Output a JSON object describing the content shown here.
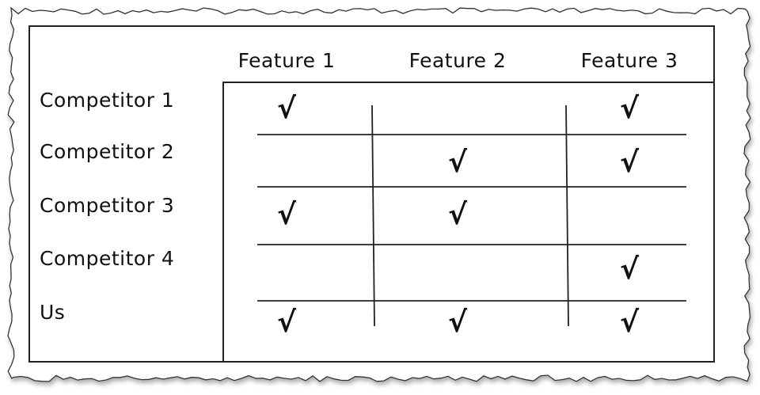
{
  "columns": [
    "Feature 1",
    "Feature 2",
    "Feature 3"
  ],
  "rows": [
    "Competitor 1",
    "Competitor 2",
    "Competitor 3",
    "Competitor 4",
    "Us"
  ],
  "check_symbol": "√",
  "matrix": [
    [
      true,
      false,
      true
    ],
    [
      false,
      true,
      true
    ],
    [
      true,
      true,
      false
    ],
    [
      false,
      false,
      true
    ],
    [
      true,
      true,
      true
    ]
  ],
  "colors": {
    "ink": "#111111",
    "paper": "#ffffff",
    "shadow": "#9a9a9a"
  }
}
